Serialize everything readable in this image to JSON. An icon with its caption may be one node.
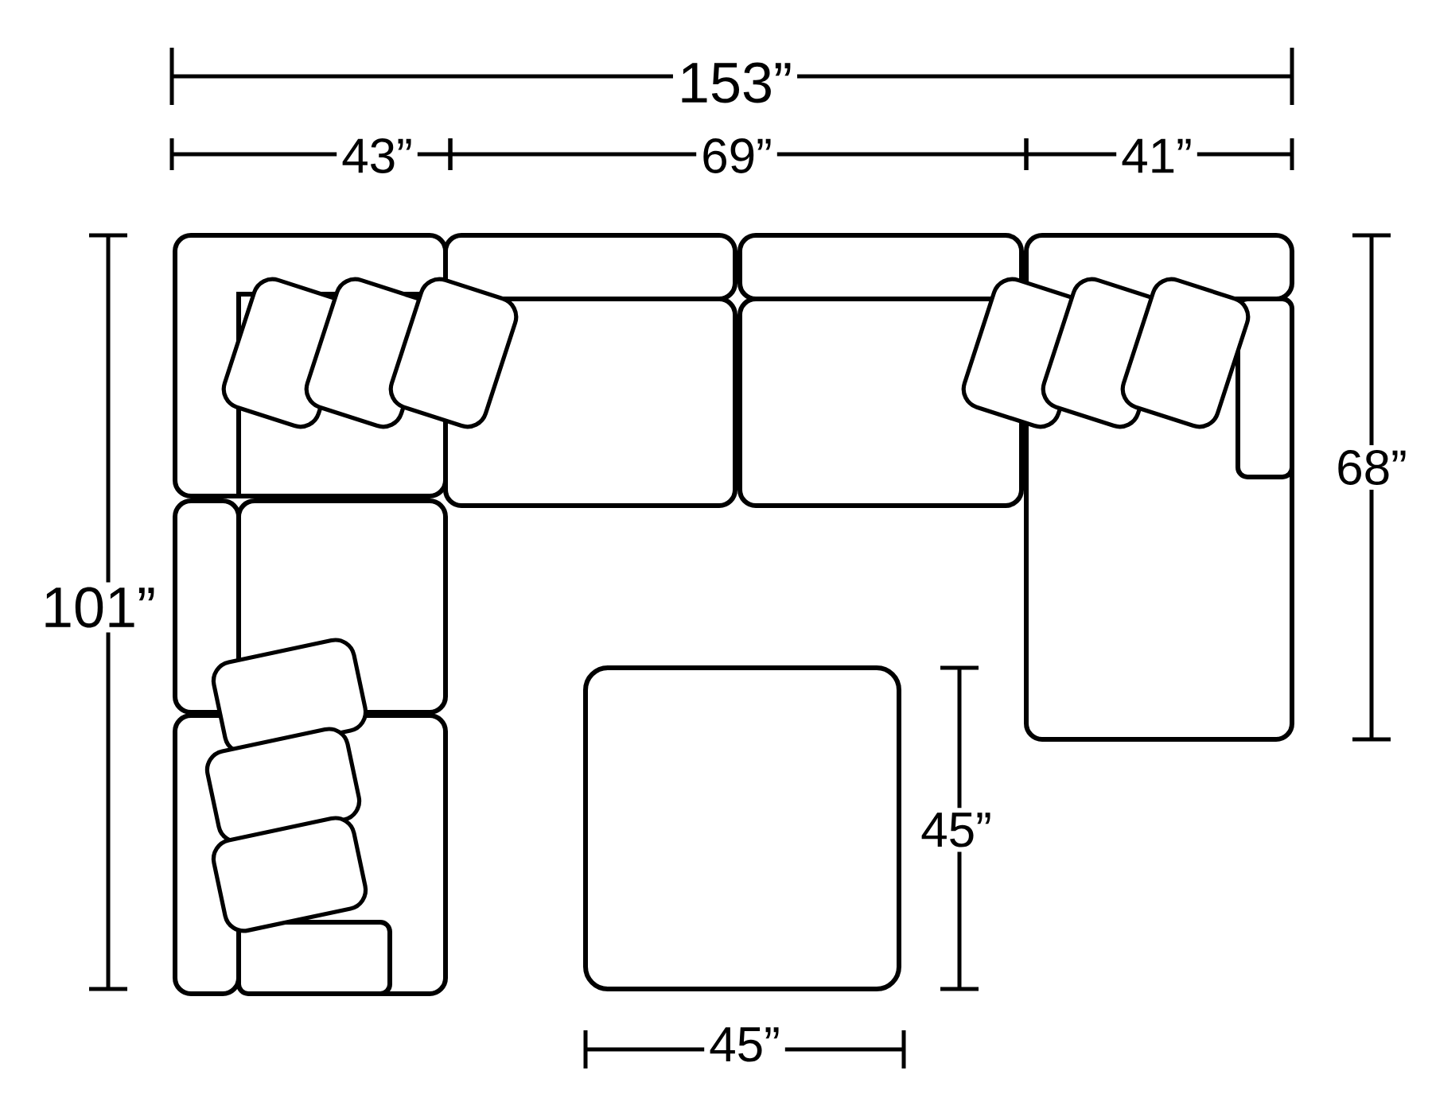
{
  "diagram": {
    "labels": [
      "153”",
      "43”",
      "69”",
      "41”",
      "101”",
      "68”",
      "45”",
      "45”"
    ]
  }
}
